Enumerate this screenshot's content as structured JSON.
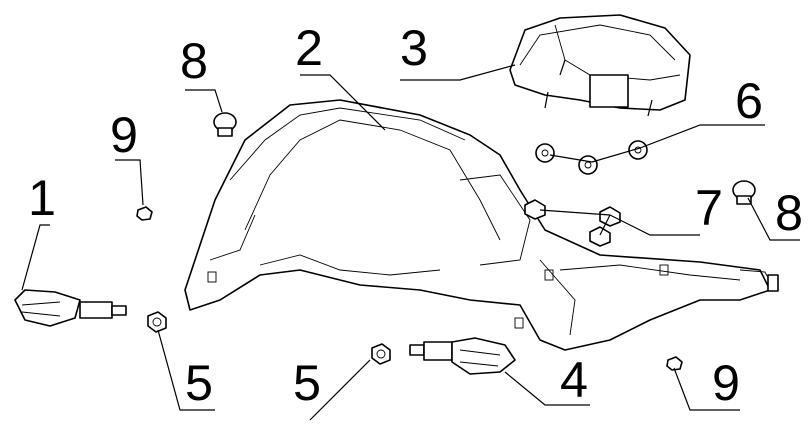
{
  "diagram": {
    "type": "exploded parts diagram",
    "callouts": [
      {
        "id": "label-1",
        "text": "1"
      },
      {
        "id": "label-2",
        "text": "2"
      },
      {
        "id": "label-3",
        "text": "3"
      },
      {
        "id": "label-4",
        "text": "4"
      },
      {
        "id": "label-5a",
        "text": "5"
      },
      {
        "id": "label-5b",
        "text": "5"
      },
      {
        "id": "label-6",
        "text": "6"
      },
      {
        "id": "label-7",
        "text": "7"
      },
      {
        "id": "label-8a",
        "text": "8"
      },
      {
        "id": "label-8b",
        "text": "8"
      },
      {
        "id": "label-9a",
        "text": "9"
      },
      {
        "id": "label-9b",
        "text": "9"
      }
    ]
  }
}
